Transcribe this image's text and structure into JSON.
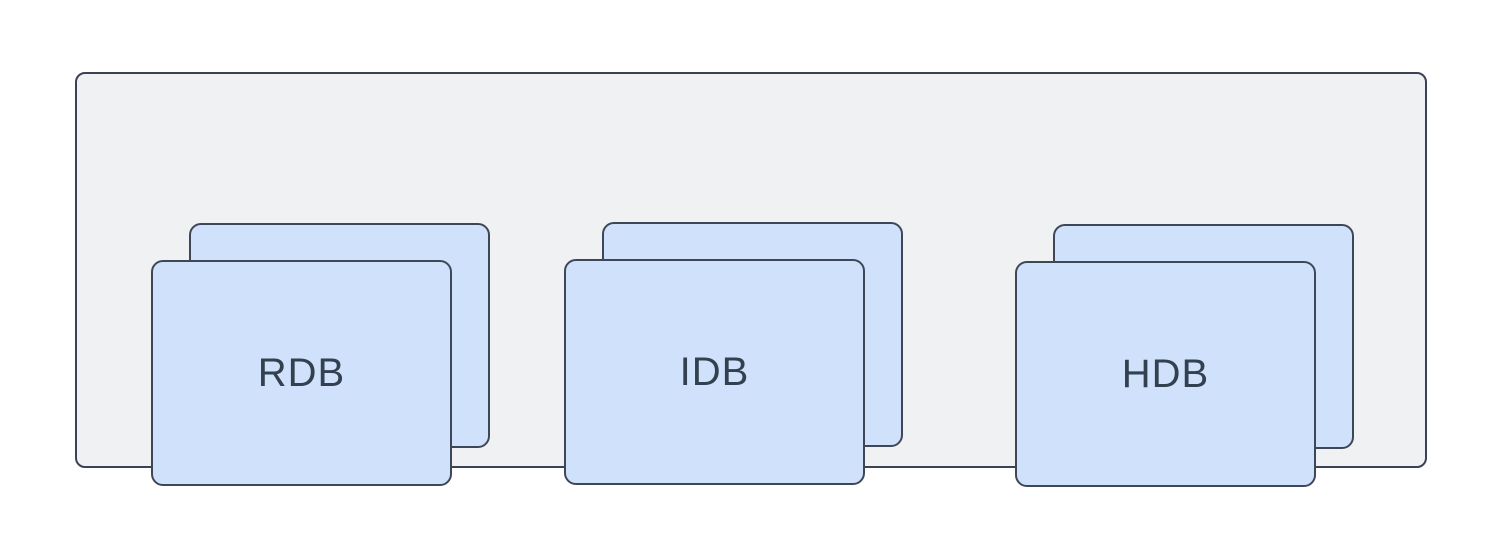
{
  "diagram": {
    "groups": [
      {
        "label": "RDB"
      },
      {
        "label": "IDB"
      },
      {
        "label": "HDB"
      }
    ],
    "colors": {
      "container_fill": "#F0F1F3",
      "container_border": "#3A4254",
      "card_fill": "#D0E2FB",
      "card_border": "#3E4757",
      "label_color": "#33404F"
    }
  }
}
